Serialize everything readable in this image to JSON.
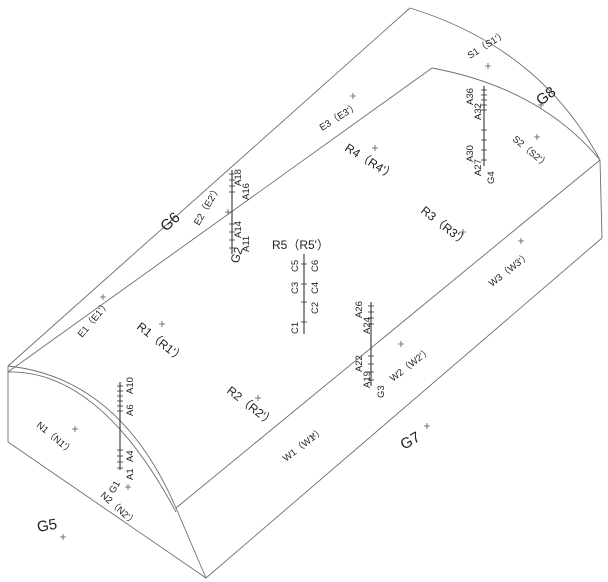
{
  "labels": {
    "S1": "S1（S1'）",
    "S2": "S2（S2'）",
    "G8": "G8",
    "E3": "E3（E3'）",
    "R4": "R4（R4'）",
    "A36": "A36",
    "A32": "A32",
    "A30": "A30",
    "A27": "A27",
    "G4": "G4",
    "A18": "A18",
    "A16": "A16",
    "E2": "E2（E2'）",
    "G6": "G6",
    "A14": "A14",
    "A11": "A11",
    "G2": "G2",
    "R5": "R5（R5'）",
    "R3": "R3（R3'）",
    "C5": "C5",
    "C6": "C6",
    "C3": "C3",
    "C4": "C4",
    "C1": "C1",
    "C2": "C2",
    "W3": "W3（W3'）",
    "E1": "E1（E1'）",
    "R1": "R1（R1'）",
    "A26": "A26",
    "A24": "A24",
    "A22": "A22",
    "A19": "A19",
    "G3": "G3",
    "W2": "W2（W2'）",
    "A10": "A10",
    "A6": "A6",
    "A4": "A4",
    "A1": "A1",
    "G1": "G1",
    "R2": "R2（R2'）",
    "N1": "N1（N1'）",
    "N2": "N2（N2'）",
    "W1": "W1（W1'）",
    "G7": "G7",
    "G5": "G5"
  }
}
